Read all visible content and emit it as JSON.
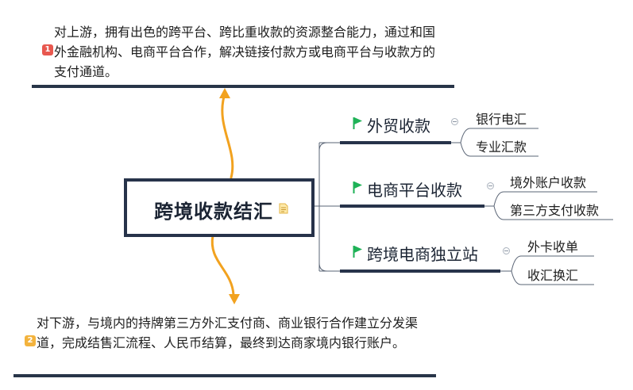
{
  "root": {
    "title": "跨境收款结汇",
    "note_icon": "document-note-icon"
  },
  "notes": [
    {
      "badge": "1",
      "text": "对上游，拥有出色的跨平台、跨比重收款的资源整合能力，通过和国外金融机构、电商平台合作，解决链接付款方或电商平台与收款方的支付通道。"
    },
    {
      "badge": "2",
      "text": "对下游，与境内的持牌第三方外汇支付商、商业银行合作建立分发渠道，完成结售汇流程、人民币结算，最终到达商家境内银行账户。"
    }
  ],
  "branches": [
    {
      "label": "外贸收款",
      "children": [
        "银行电汇",
        "专业汇款"
      ]
    },
    {
      "label": "电商平台收款",
      "children": [
        "境外账户收款",
        "第三方支付收款"
      ]
    },
    {
      "label": "跨境电商独立站",
      "children": [
        "外卡收单",
        "收汇换汇"
      ]
    }
  ],
  "colors": {
    "dark": "#27334a",
    "arrow": "#f2a21f",
    "flag": "#1fb257",
    "badge1": "#e8584f",
    "badge2": "#f3b33d"
  }
}
